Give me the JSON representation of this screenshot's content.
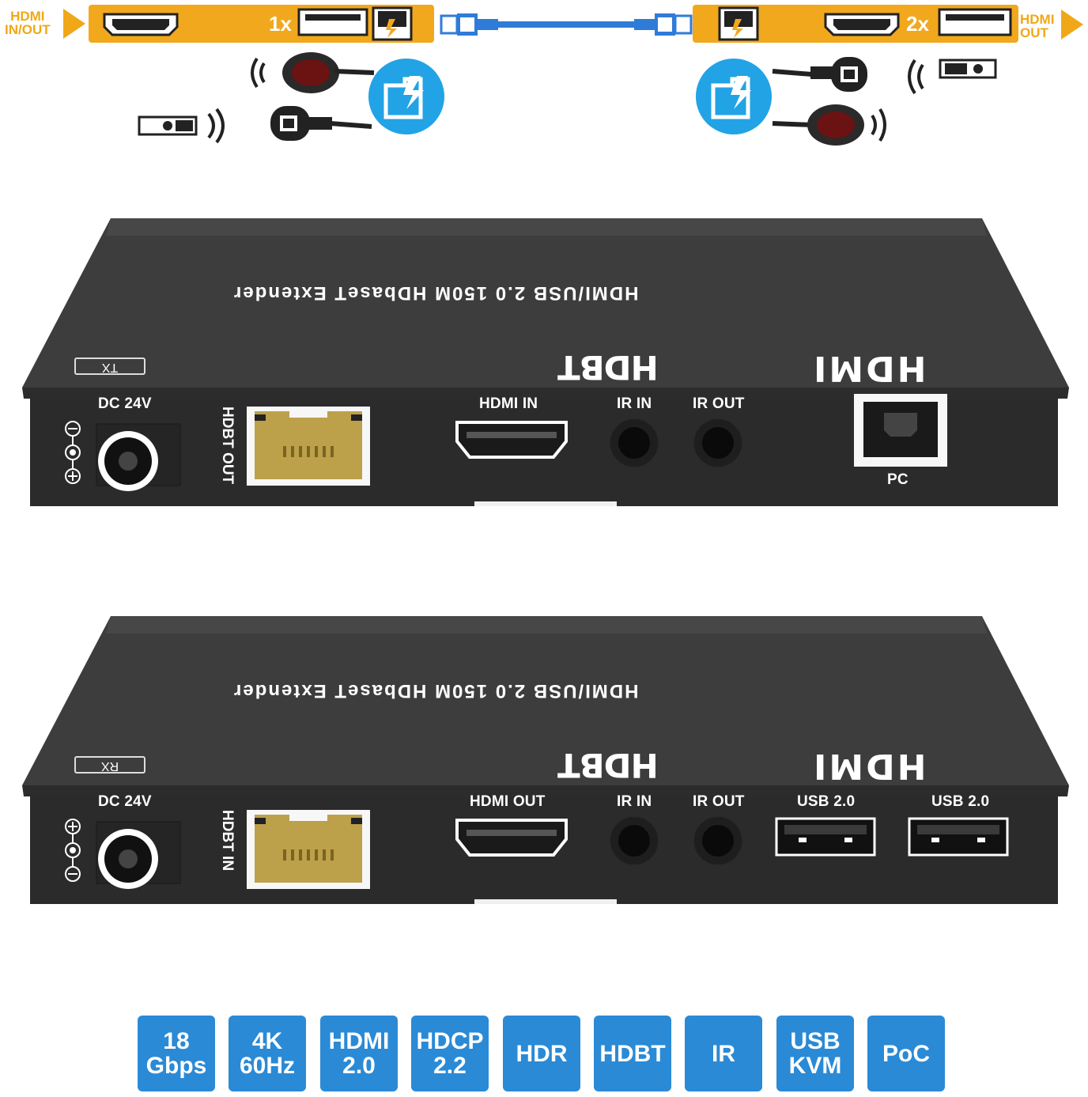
{
  "diagram": {
    "left_label": [
      "HDMI",
      "IN/OUT"
    ],
    "right_label": [
      "HDMI",
      "OUT"
    ],
    "left_qty": "1x",
    "right_qty": "2x",
    "tx_tag": "Tx",
    "rx_tag": "Rx",
    "colors": {
      "accent": "#f2a81d",
      "cable": "#2f7bd8",
      "badge": "#22a3e6"
    }
  },
  "transmitter": {
    "model": "HDMI/USB 2.0 150M HDbaseT Extender",
    "hdbt_logo": "HDBT",
    "hdmi_logo": "HDMI",
    "unit_tag": "TX",
    "dc": "DC 24V",
    "hdbt_port": "HDBT OUT",
    "hdmi_port": "HDMI IN",
    "ir_in": "IR IN",
    "ir_out": "IR OUT",
    "pc": "PC"
  },
  "receiver": {
    "model": "HDMI/USB 2.0 150M HDbaseT Extender",
    "hdbt_logo": "HDBT",
    "hdmi_logo": "HDMI",
    "unit_tag": "RX",
    "dc": "DC 24V",
    "hdbt_port": "HDBT IN",
    "hdmi_port": "HDMI OUT",
    "ir_in": "IR IN",
    "ir_out": "IR OUT",
    "usb1": "USB 2.0",
    "usb2": "USB 2.0"
  },
  "features": [
    [
      "18",
      "Gbps"
    ],
    [
      "4K",
      "60Hz"
    ],
    [
      "HDMI",
      "2.0"
    ],
    [
      "HDCP",
      "2.2"
    ],
    [
      "HDR"
    ],
    [
      "HDBT"
    ],
    [
      "IR"
    ],
    [
      "USB",
      "KVM"
    ],
    [
      "PoC"
    ]
  ]
}
